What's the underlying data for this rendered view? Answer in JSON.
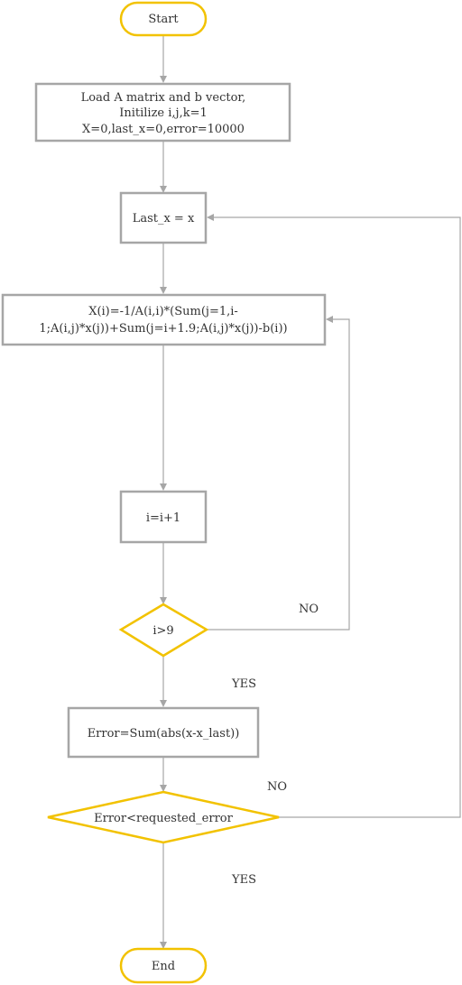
{
  "nodes": {
    "start": {
      "text": "Start"
    },
    "init": {
      "lines": [
        "Load A matrix and b vector,",
        "Initilize i,j,k=1",
        "X=0,last_x=0,error=10000"
      ]
    },
    "last": {
      "text": "Last_x = x"
    },
    "update": {
      "lines": [
        "X(i)=-1/A(i,i)*(Sum(j=1,i-",
        "1;A(i,j)*x(j))+Sum(j=i+1.9;A(i,j)*x(j))-b(i))"
      ]
    },
    "inc": {
      "text": "i=i+1"
    },
    "cond1": {
      "text": "i>9"
    },
    "err": {
      "text": "Error=Sum(abs(x-x_last))"
    },
    "cond2": {
      "text": "Error<requested_error"
    },
    "end": {
      "text": "End"
    }
  },
  "edge_labels": {
    "cond1_no": "NO",
    "cond1_yes": "YES",
    "cond2_no": "NO",
    "cond2_yes": "YES"
  },
  "colors": {
    "terminal": "#f2c200",
    "decision": "#f2c200",
    "process": "#a6a6a6",
    "connector": "#a6a6a6",
    "text": "#333333"
  }
}
